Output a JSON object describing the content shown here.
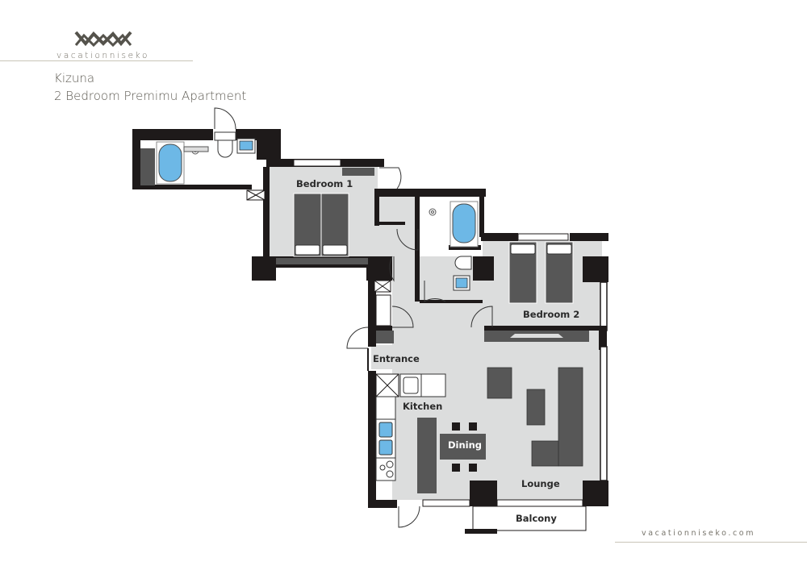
{
  "header": {
    "brand_name": "vacationniseko",
    "property_name": "Kizuna",
    "unit_type": "2 Bedroom Premimu Apartment"
  },
  "footer": {
    "website": "vacationniseko.com"
  },
  "floorplan": {
    "rooms": [
      {
        "id": "bedroom-1",
        "label": "Bedroom 1"
      },
      {
        "id": "bedroom-2",
        "label": "Bedroom 2"
      },
      {
        "id": "entrance",
        "label": "Entrance"
      },
      {
        "id": "kitchen",
        "label": "Kitchen"
      },
      {
        "id": "dining",
        "label": "Dining"
      },
      {
        "id": "lounge",
        "label": "Lounge"
      },
      {
        "id": "balcony",
        "label": "Balcony"
      }
    ],
    "icons": {
      "logo": "woven-chevron-logo-icon",
      "bathtub": "bathtub-icon",
      "toilet": "toilet-icon",
      "sink": "sink-icon",
      "bed": "bed-icon",
      "sofa": "sofa-icon",
      "door": "door-swing-icon",
      "stove": "stove-icon"
    },
    "colors": {
      "wall": "#1e1a1a",
      "floor": "#dcdddd",
      "furniture": "#575757",
      "water": "#6db8e6",
      "white_floor": "#ffffff"
    }
  }
}
